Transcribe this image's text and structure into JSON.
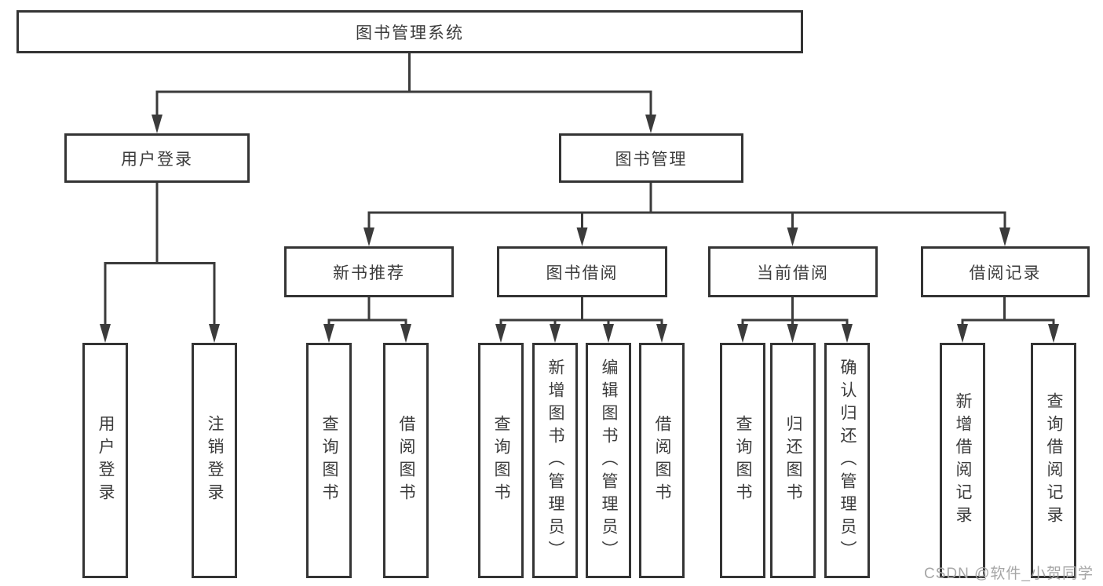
{
  "tree": {
    "root": {
      "label": "图书管理系统"
    },
    "branches": [
      {
        "label": "用户登录",
        "children": [
          "用户登录",
          "注销登录"
        ]
      },
      {
        "label": "图书管理",
        "groups": [
          {
            "label": "新书推荐",
            "children": [
              "查询图书",
              "借阅图书"
            ]
          },
          {
            "label": "图书借阅",
            "children": [
              "查询图书",
              "新增图书（管理员）",
              "编辑图书（管理员）",
              "借阅图书"
            ]
          },
          {
            "label": "当前借阅",
            "children": [
              "查询图书",
              "归还图书",
              "确认归还（管理员）"
            ]
          },
          {
            "label": "借阅记录",
            "children": [
              "新增借阅记录",
              "查询借阅记录"
            ]
          }
        ]
      }
    ]
  },
  "watermark": {
    "text": "CSDN @软件_小贺同学"
  },
  "colors": {
    "background": "#ffffff",
    "line": "#3b3b3b",
    "box_border": "#343434",
    "text": "#3c3c3c",
    "watermark": "#a6a6a6"
  }
}
